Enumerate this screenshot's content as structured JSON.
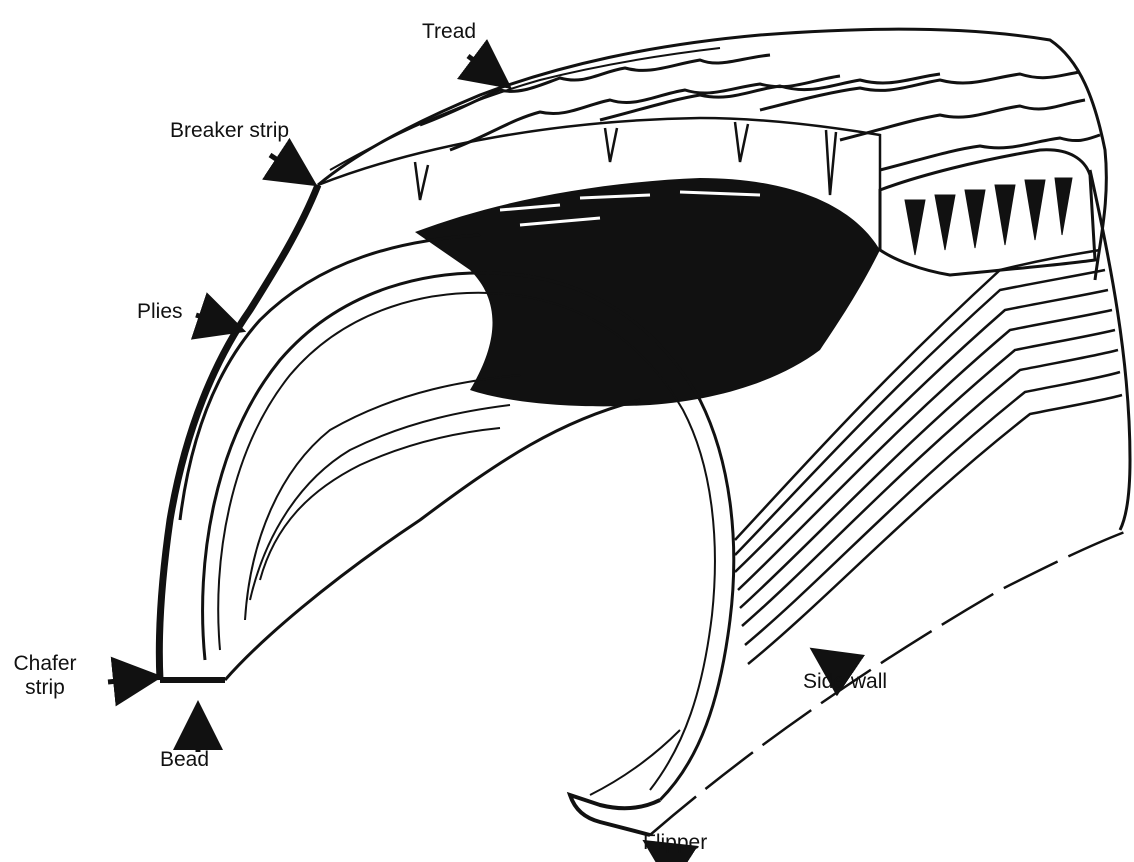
{
  "labels": {
    "tread": "Tread",
    "breaker_strip": "Breaker strip",
    "plies": "Plies",
    "chafer_strip_line1": "Chafer",
    "chafer_strip_line2": "strip",
    "bead": "Bead",
    "side_wall": "Side wall",
    "flipper": "Flipper"
  },
  "colors": {
    "ink": "#111111",
    "paper": "#ffffff"
  }
}
